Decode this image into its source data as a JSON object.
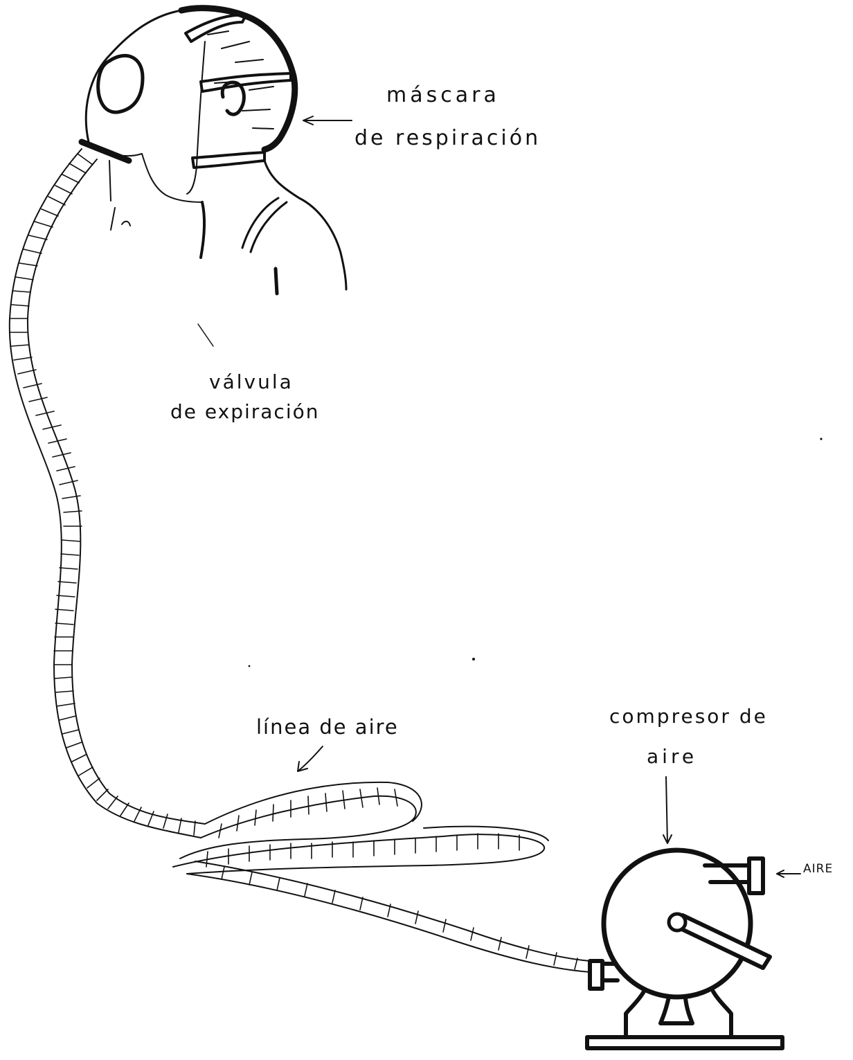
{
  "labels": {
    "mask_line1": "máscara",
    "mask_line2": "de respiración",
    "valve_line1": "válvula",
    "valve_line2": "de expiración",
    "air_line": "línea de aire",
    "compressor_line1": "compresor de",
    "compressor_line2": "aire",
    "air_inlet": "AIRE"
  }
}
